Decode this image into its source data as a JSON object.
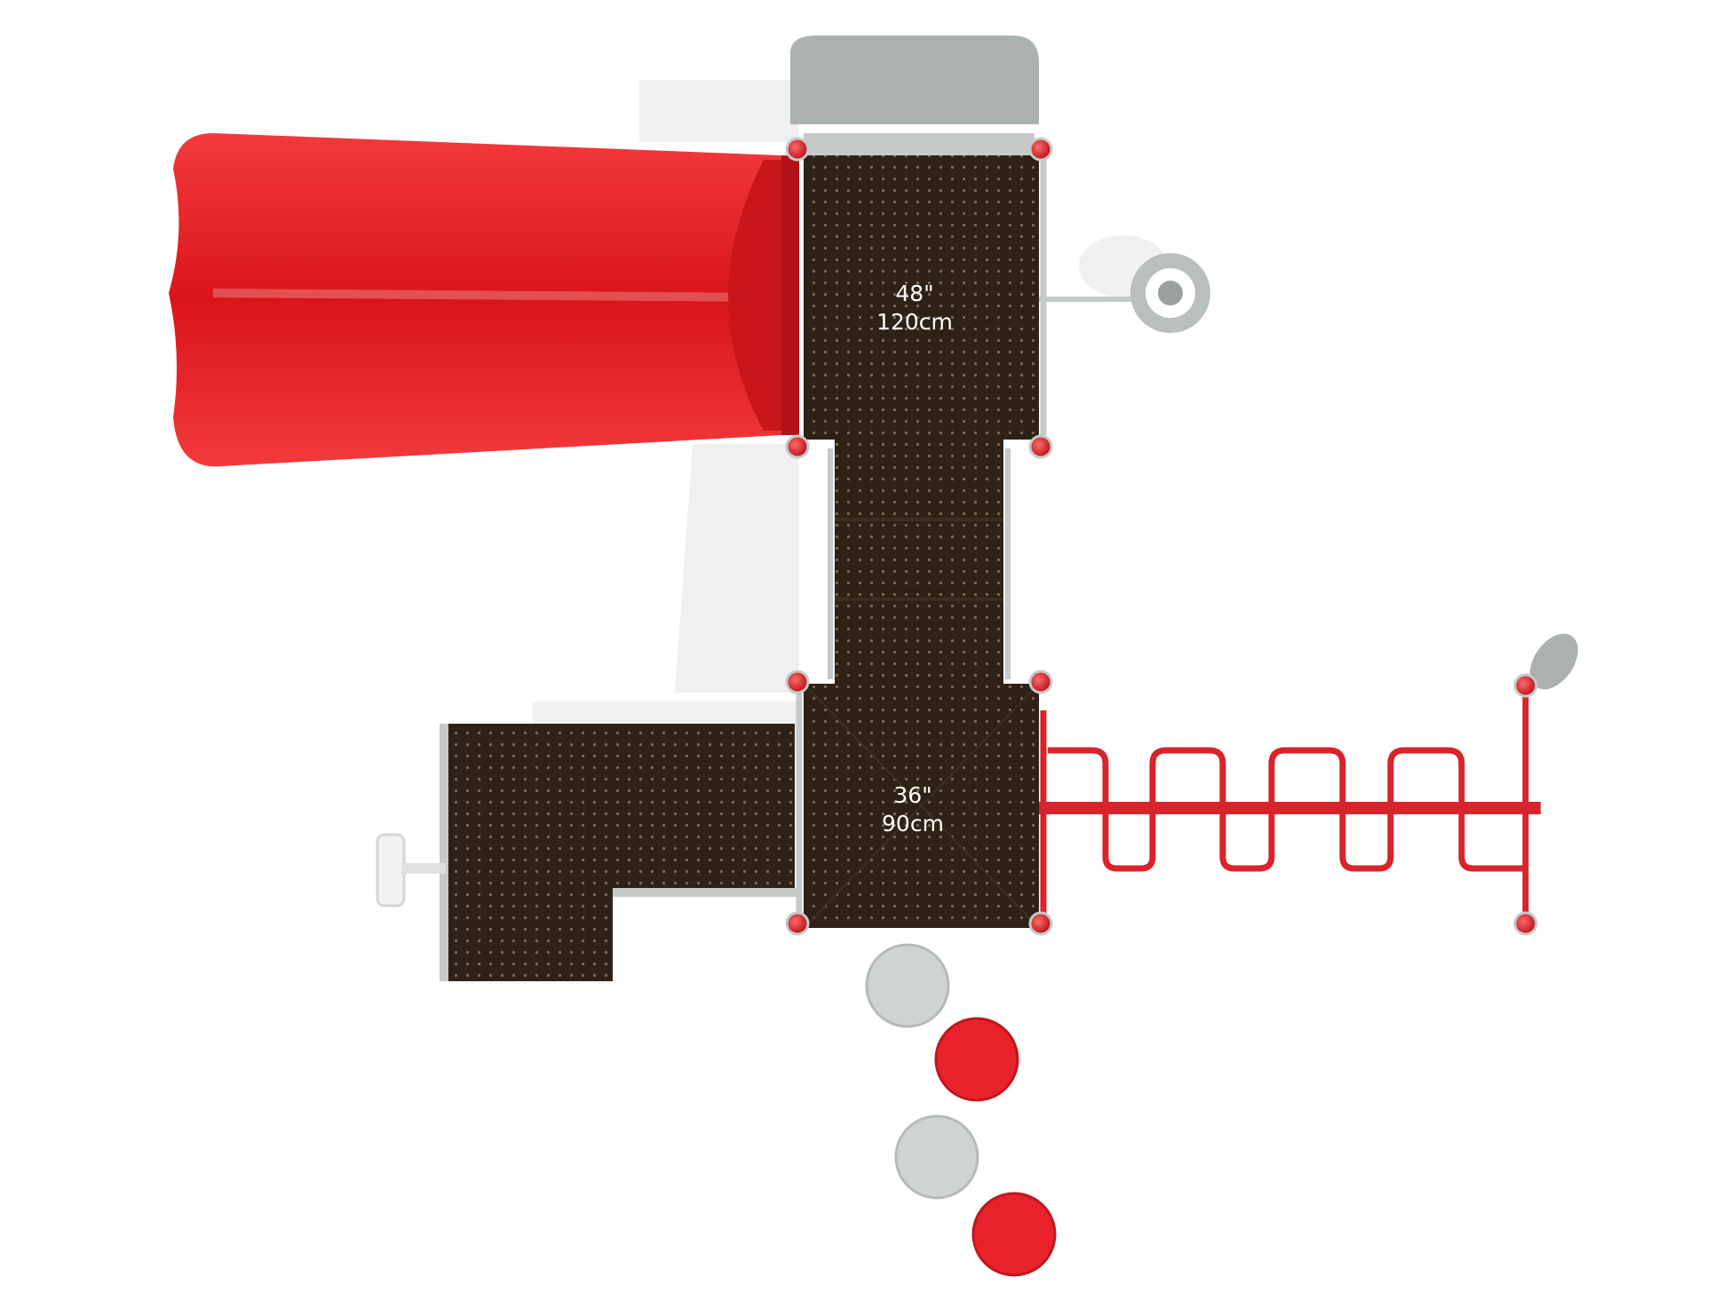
{
  "diagram": {
    "upper_deck_height": {
      "imperial": "48\"",
      "metric": "120cm"
    },
    "lower_deck_height": {
      "imperial": "36\"",
      "metric": "90cm"
    },
    "colors": {
      "slide_red": "#e4191c",
      "deck_brown": "#2e2116",
      "post_red": "#d9232a",
      "frame_gray": "#c6c9c9",
      "roof_gray": "#aab1b0",
      "stepper_gray": "#cfd3d3",
      "stepper_red": "#e8222b"
    },
    "icons": [
      "slide-icon",
      "roof-icon",
      "steering-wheel-icon",
      "tic-tac-toe-panel-icon",
      "horizontal-ladder-icon",
      "stepping-stone-icon"
    ]
  }
}
